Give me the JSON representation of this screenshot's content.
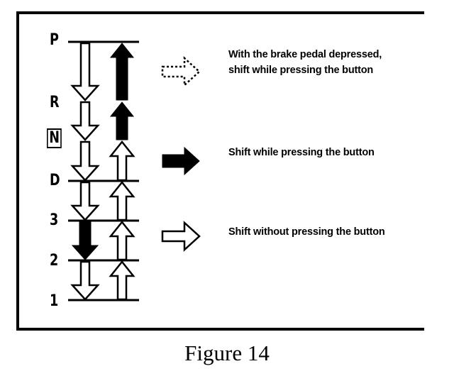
{
  "figure": {
    "caption": "Figure 14",
    "colors": {
      "ink": "#000000",
      "background": "#ffffff"
    }
  },
  "gear_positions": [
    {
      "label": "P",
      "boxed": false,
      "has_line": true
    },
    {
      "label": "R",
      "boxed": false,
      "has_line": false
    },
    {
      "label": "N",
      "boxed": true,
      "has_line": false
    },
    {
      "label": "D",
      "boxed": false,
      "has_line": true
    },
    {
      "label": "3",
      "boxed": false,
      "has_line": true
    },
    {
      "label": "2",
      "boxed": false,
      "has_line": true
    },
    {
      "label": "1",
      "boxed": false,
      "has_line": true
    }
  ],
  "shift_arrows": {
    "down": [
      {
        "from": "P",
        "to": "R",
        "style": "hollow"
      },
      {
        "from": "R",
        "to": "N",
        "style": "hollow"
      },
      {
        "from": "N",
        "to": "D",
        "style": "hollow"
      },
      {
        "from": "D",
        "to": "3",
        "style": "hollow"
      },
      {
        "from": "3",
        "to": "2",
        "style": "filled"
      },
      {
        "from": "2",
        "to": "1",
        "style": "hollow"
      }
    ],
    "up": [
      {
        "from": "R",
        "to": "P",
        "style": "filled"
      },
      {
        "from": "N",
        "to": "R",
        "style": "filled"
      },
      {
        "from": "D",
        "to": "N",
        "style": "hollow"
      },
      {
        "from": "3",
        "to": "D",
        "style": "hollow"
      },
      {
        "from": "2",
        "to": "3",
        "style": "hollow"
      },
      {
        "from": "1",
        "to": "2",
        "style": "hollow"
      }
    ]
  },
  "legend": [
    {
      "arrow_style": "dotted-hollow",
      "text": "With the brake pedal depressed, shift while pressing the button"
    },
    {
      "arrow_style": "filled",
      "text": "Shift while pressing the button"
    },
    {
      "arrow_style": "hollow",
      "text": "Shift without pressing the button"
    }
  ]
}
